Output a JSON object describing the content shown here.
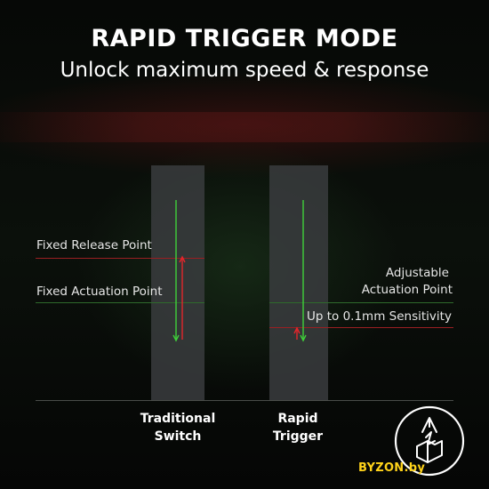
{
  "header": {
    "title": "RAPID TRIGGER MODE",
    "subtitle": "Unlock maximum speed & response"
  },
  "diagram": {
    "fixed_release_label": "Fixed Release Point",
    "fixed_actuation_label": "Fixed Actuation Point",
    "adjustable_label_line1": "Adjustable",
    "adjustable_label_line2": "Actuation Point",
    "sensitivity_label": "Up to 0.1mm Sensitivity",
    "traditional_line1": "Traditional",
    "traditional_line2": "Switch",
    "rapid_line1": "Rapid",
    "rapid_line2": "Trigger"
  },
  "watermark": "BYZON.by",
  "colors": {
    "press_arrow": "#3fcf3a",
    "release_arrow": "#e3262b",
    "release_line": "#9a1f22",
    "actuation_line": "#2f6a2c",
    "watermark": "#ffd31a"
  },
  "icons": {
    "badge": "hand-press-key-icon"
  }
}
